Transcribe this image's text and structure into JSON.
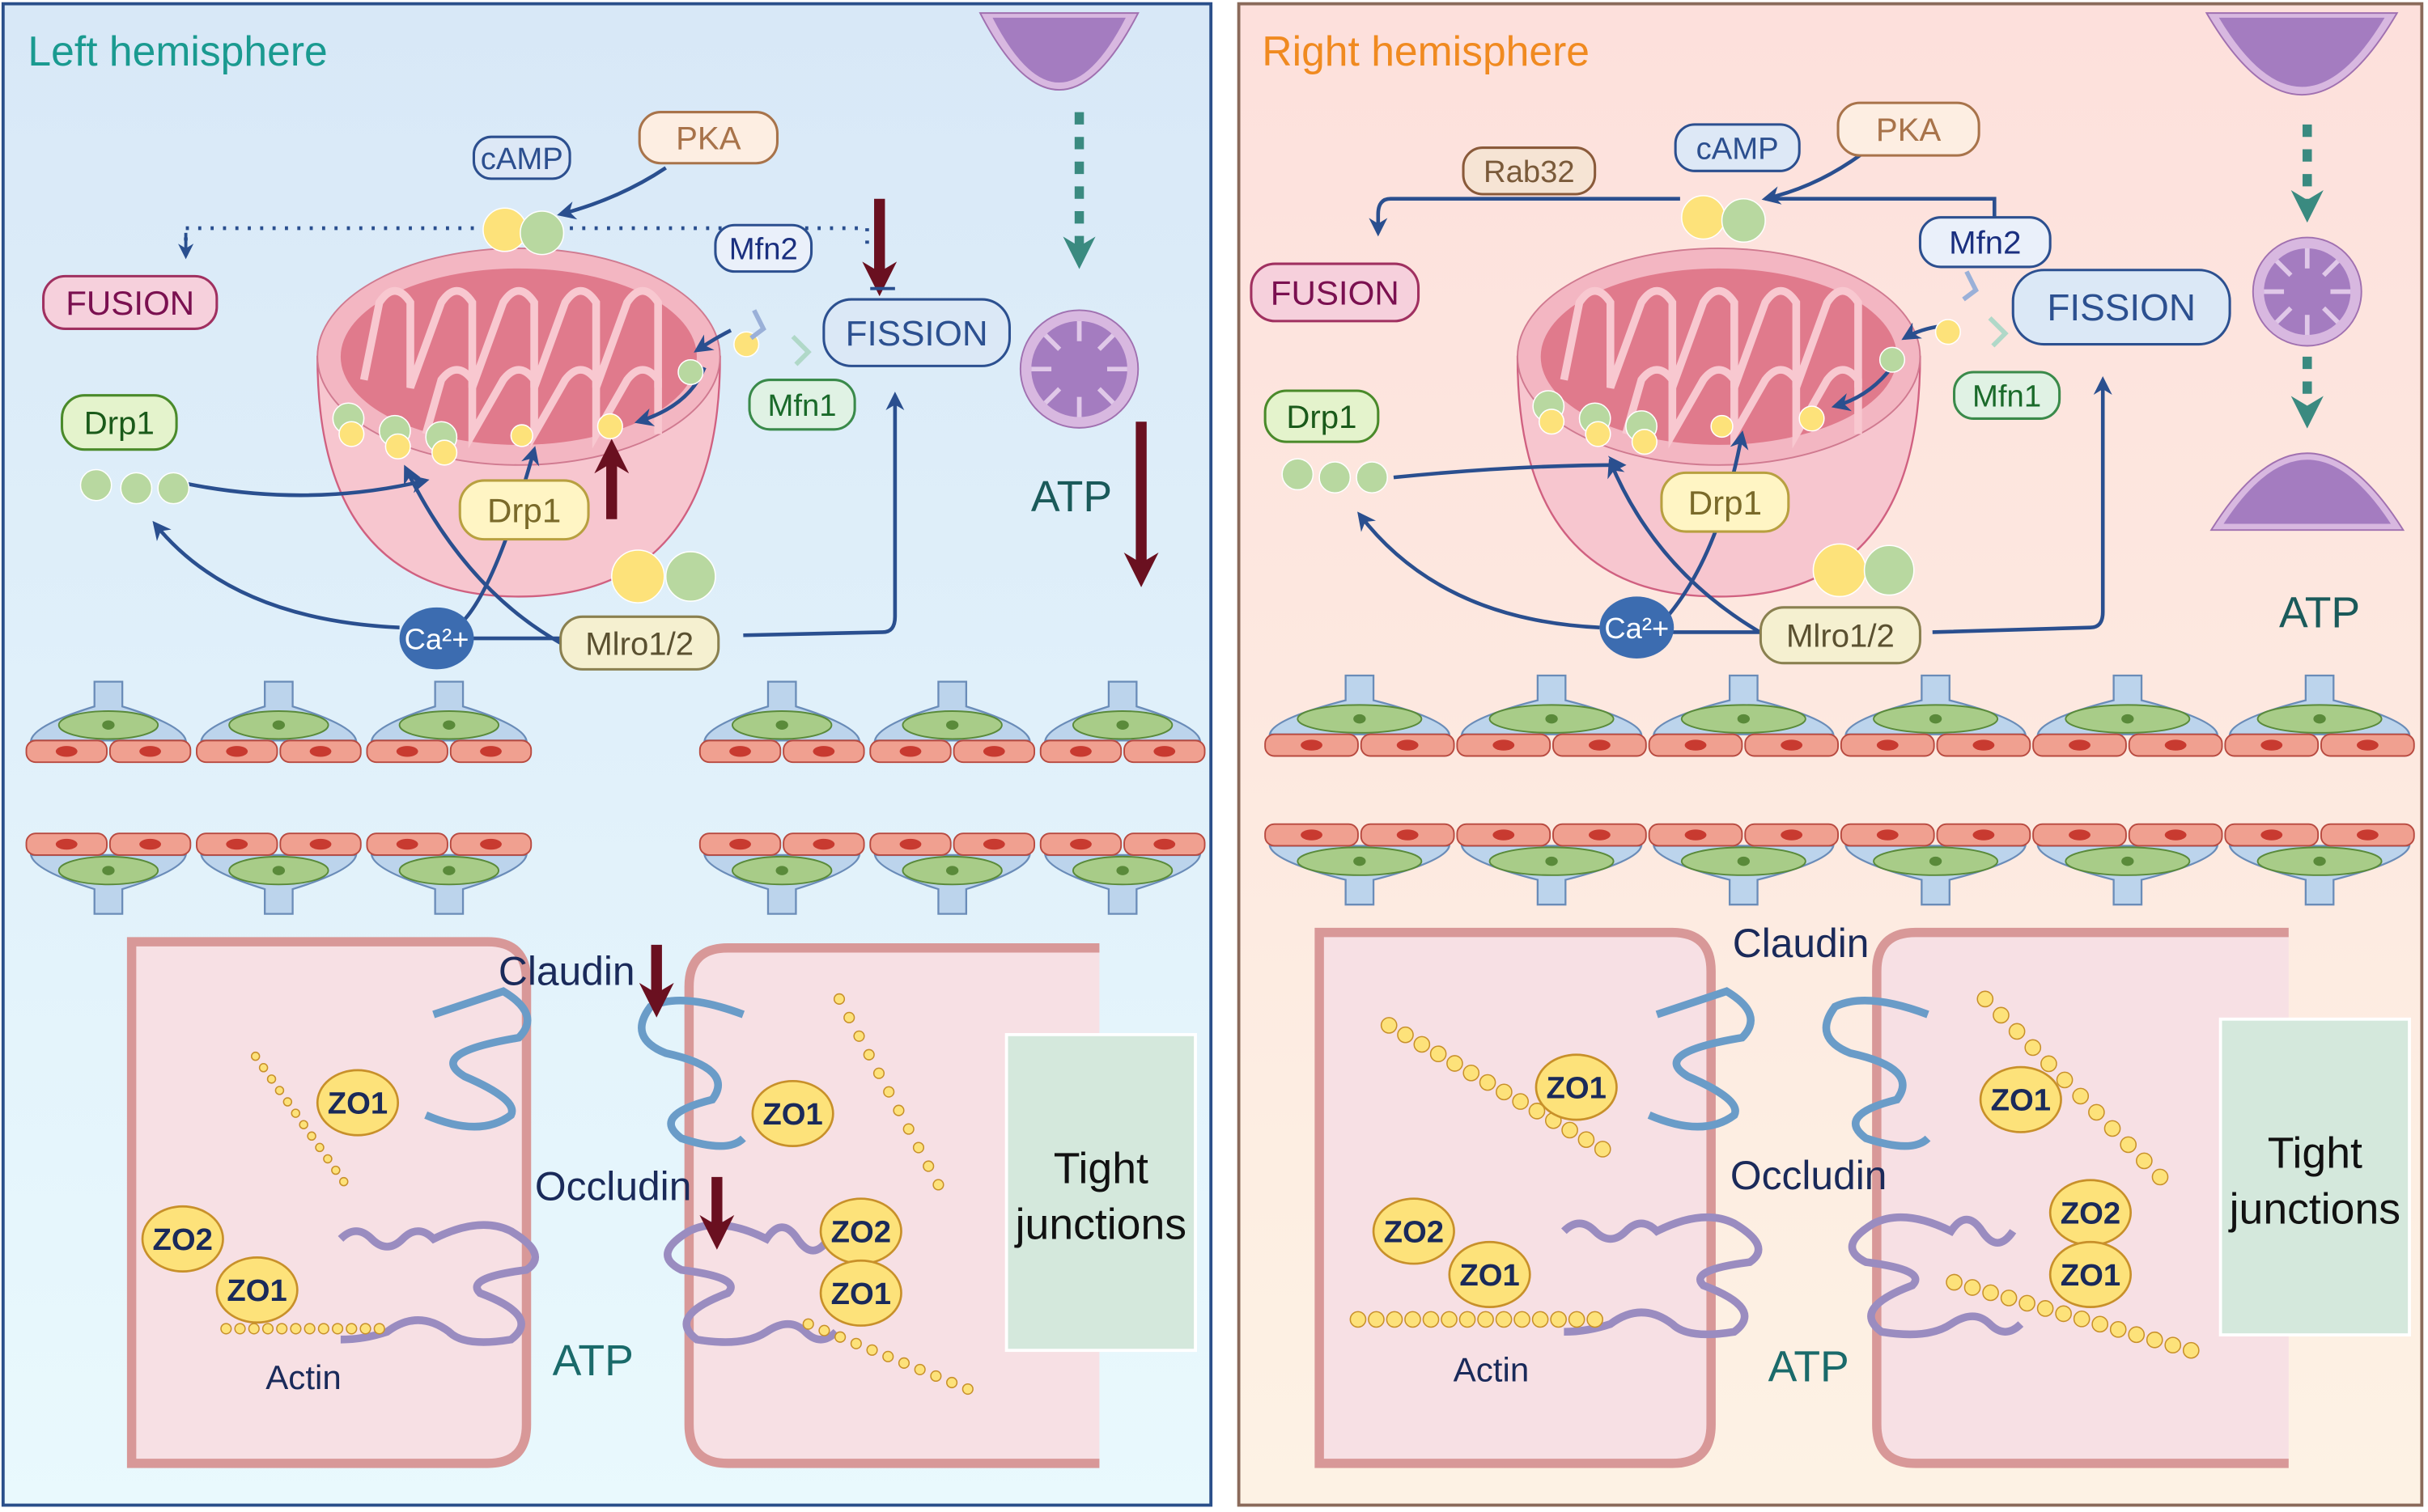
{
  "colors": {
    "left_title": "#1a9a90",
    "right_title": "#f08a20",
    "pathway_arrow": "#2a4f8f",
    "decrease_increase_arrow": "#6a1020",
    "atp_text": "#1a5a5a",
    "mitochondrion": "#f0a8b8",
    "small_mitochondria": "#b080c0",
    "zo_protein": "#fde27a",
    "claudin": "#6a9cc8",
    "occludin": "#9a8cc0",
    "tight_junction_box": "#d4e8dc"
  },
  "left": {
    "title": "Left hemisphere",
    "pka": "PKA",
    "camp": "cAMP",
    "mfn2": "Mfn2",
    "fusion": "FUSION",
    "fission": "FISSION",
    "mfn1": "Mfn1",
    "drp1_free": "Drp1",
    "drp1_bound": "Drp1",
    "mlro": "Mlro1/2",
    "ca": "Ca²+",
    "atp_mito": "ATP",
    "claudin": "Claudin",
    "occludin": "Occludin",
    "atp_junction": "ATP",
    "actin": "Actin",
    "zo1_a": "ZO1",
    "zo1_b": "ZO1",
    "zo1_c": "ZO1",
    "zo1_d": "ZO1",
    "zo2_a": "ZO2",
    "zo2_b": "ZO2",
    "tight_1": "Tight",
    "tight_2": "junctions"
  },
  "right": {
    "title": "Right hemisphere",
    "rab32": "Rab32",
    "pka": "PKA",
    "camp": "cAMP",
    "mfn2": "Mfn2",
    "fusion": "FUSION",
    "fission": "FISSION",
    "mfn1": "Mfn1",
    "drp1_free": "Drp1",
    "drp1_bound": "Drp1",
    "mlro": "Mlro1/2",
    "ca": "Ca²+",
    "atp_mito": "ATP",
    "claudin": "Claudin",
    "occludin": "Occludin",
    "atp_junction": "ATP",
    "actin": "Actin",
    "zo1_a": "ZO1",
    "zo1_b": "ZO1",
    "zo1_c": "ZO1",
    "zo1_d": "ZO1",
    "zo2_a": "ZO2",
    "zo2_b": "ZO2",
    "tight_1": "Tight",
    "tight_2": "junctions"
  }
}
